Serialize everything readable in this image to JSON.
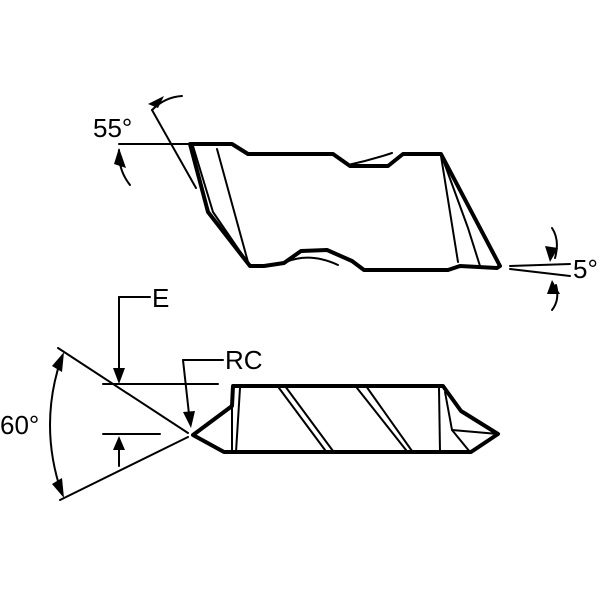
{
  "labels": {
    "top_angle": "55°",
    "clearance_angle": "5°",
    "dim_e": "E",
    "dim_rc": "RC",
    "point_angle": "60°"
  }
}
